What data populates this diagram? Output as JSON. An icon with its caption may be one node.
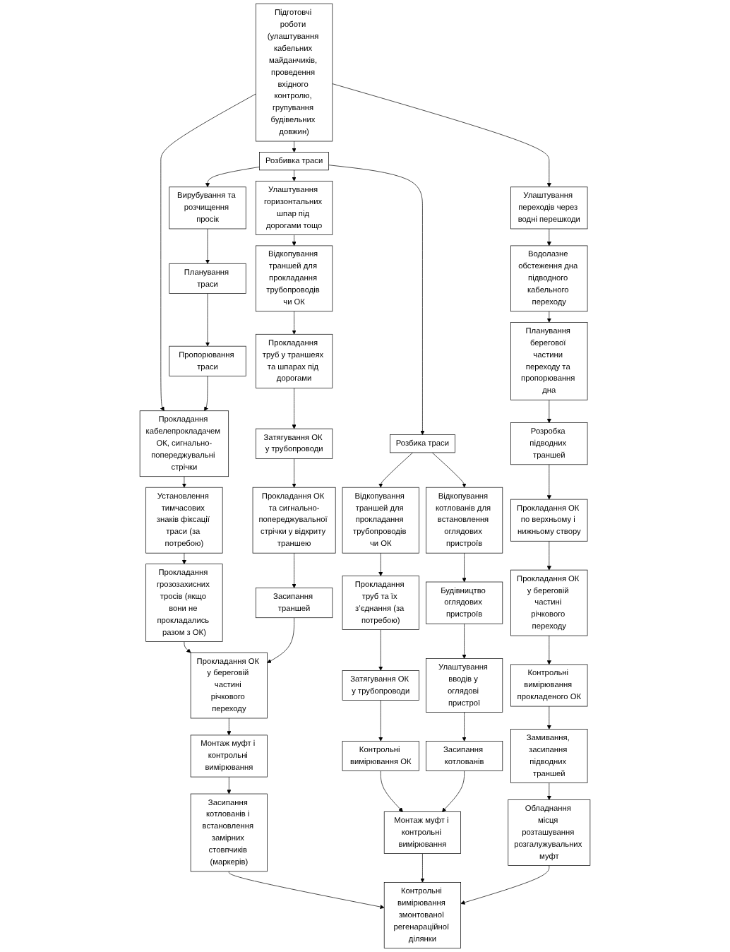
{
  "diagram": {
    "nodes": [
      {
        "text": [
          "Підготовчі роботи (улаштування кабельних майданчиків, проведення вхідного контролю, групування будівельних довжин)"
        ]
      },
      {
        "text": [
          "Улаштування переходів через водні перешкоди"
        ]
      },
      {
        "text": [
          "Водолазне обстеження дна підводного кабельного переходу"
        ]
      },
      {
        "text": [
          "Планування берегової частини переходу та пропорювання дна"
        ]
      },
      {
        "text": [
          "Розробка підводних траншей"
        ]
      },
      {
        "text": [
          "Прокладання ОК по верхньому і нижньому створу"
        ]
      },
      {
        "text": [
          "Прокладання ОК у береговій частині річкового переходу"
        ]
      },
      {
        "text": [
          "Контрольні вимірювання прокладеного ОК"
        ]
      },
      {
        "text": [
          "Замивання, засипання підводних траншей"
        ]
      },
      {
        "text": [
          "Обладнання місця розташування розгалужувальних муфт"
        ]
      },
      {
        "text": [
          "Розбивка траси"
        ]
      },
      {
        "text": [
          "Вирубування та розчищення просік"
        ]
      },
      {
        "text": [
          "Планування траси"
        ]
      },
      {
        "text": [
          "Пропорювання траси"
        ]
      },
      {
        "text": [
          "Прокладання кабелепрокладачем ОК, сигнально-попереджувальні стрічки"
        ]
      },
      {
        "text": [
          "Установлення тимчасових знаків фіксації траси (за потребою)"
        ]
      },
      {
        "text": [
          "Прокладання грозозахисних тросів (якщо вони не прокладались разом з ОК)"
        ]
      },
      {
        "text": [
          "Прокладання ОК у береговій частині річкового переходу"
        ]
      },
      {
        "text": [
          "Монтаж муфт і контрольні вимірювання"
        ]
      },
      {
        "text": [
          "Засипання котлованів і встановлення замірних стовпчиків (маркерів)"
        ]
      },
      {
        "text": [
          "Контрольні вимірювання змонтованої регенараційної ділянки"
        ]
      },
      {
        "text": [
          "Улаштування горизонтальних шпар під дорогами тощо"
        ]
      },
      {
        "text": [
          "Відкопування траншей для прокладання трубопроводів чи ОК"
        ]
      },
      {
        "text": [
          "Прокладання труб у траншеях та шпарах під дорогами"
        ]
      },
      {
        "text": [
          "Затягування ОК у трубопроводи"
        ]
      },
      {
        "text": [
          "Прокладання ОК та сигнально-попереджувальної стрічки у відкриту траншею"
        ]
      },
      {
        "text": [
          "Засипання траншей"
        ]
      },
      {
        "text": [
          "Розбика траси"
        ]
      },
      {
        "text": [
          "Відкопування траншей для прокладання трубопроводів чи ОК"
        ]
      },
      {
        "text": [
          "Прокладання труб та їх з’єднання (за потребою)"
        ]
      },
      {
        "text": [
          "Затягування ОК у трубопроводи"
        ]
      },
      {
        "text": [
          "Контрольні вимірювання ОК"
        ]
      },
      {
        "text": [
          "Монтаж муфт і контрольні вимірювання"
        ]
      },
      {
        "text": [
          "Відкопування котлованів для встановлення оглядових пристроїв"
        ]
      },
      {
        "text": [
          "Будівництво оглядових пристроїв"
        ]
      },
      {
        "text": [
          "Улаштування вводів у оглядові пристрої"
        ]
      },
      {
        "text": [
          "Засипання котлованів"
        ]
      }
    ],
    "edges": [
      {
        "from": 0,
        "to": 1,
        "arrow": "to"
      },
      {
        "from": 0,
        "to": 10,
        "arrow": "to"
      },
      {
        "from": 0,
        "to": 14,
        "arrow": "to"
      },
      {
        "from": 10,
        "to": 21,
        "arrow": "to"
      },
      {
        "from": 10,
        "to": 27,
        "arrow": "to"
      },
      {
        "from": 1,
        "to": 2,
        "arrow": "to"
      },
      {
        "from": 2,
        "to": 3,
        "arrow": "to"
      },
      {
        "from": 3,
        "to": 4,
        "arrow": "to"
      },
      {
        "from": 4,
        "to": 5,
        "arrow": "to"
      },
      {
        "from": 5,
        "to": 6,
        "arrow": "to"
      },
      {
        "from": 6,
        "to": 7,
        "arrow": "to"
      },
      {
        "from": 7,
        "to": 8,
        "arrow": "to"
      },
      {
        "from": 8,
        "to": 9,
        "arrow": "to"
      },
      {
        "from": 10,
        "to": 11,
        "arrow": "to"
      },
      {
        "from": 11,
        "to": 12,
        "arrow": "to"
      },
      {
        "from": 12,
        "to": 13,
        "arrow": "to"
      },
      {
        "from": 13,
        "to": 14,
        "arrow": "to"
      },
      {
        "from": 14,
        "to": 15,
        "arrow": "to"
      },
      {
        "from": 15,
        "to": 16,
        "arrow": "to"
      },
      {
        "from": 16,
        "to": 17,
        "arrow": "to"
      },
      {
        "from": 17,
        "to": 18,
        "arrow": "to"
      },
      {
        "from": 18,
        "to": 19,
        "arrow": "to"
      },
      {
        "from": 19,
        "to": 20,
        "arrow": "to"
      },
      {
        "from": 21,
        "to": 22,
        "arrow": "to"
      },
      {
        "from": 22,
        "to": 23,
        "arrow": "to"
      },
      {
        "from": 23,
        "to": 24,
        "arrow": "to"
      },
      {
        "from": 24,
        "to": 25,
        "arrow": "to"
      },
      {
        "from": 25,
        "to": 26,
        "arrow": "to"
      },
      {
        "from": 26,
        "to": 17,
        "arrow": "to"
      },
      {
        "from": 27,
        "to": 28,
        "arrow": "to"
      },
      {
        "from": 28,
        "to": 29,
        "arrow": "to"
      },
      {
        "from": 29,
        "to": 30,
        "arrow": "to"
      },
      {
        "from": 30,
        "to": 31,
        "arrow": "to"
      },
      {
        "from": 31,
        "to": 32,
        "arrow": "to"
      },
      {
        "from": 27,
        "to": 33,
        "arrow": "to"
      },
      {
        "from": 33,
        "to": 34,
        "arrow": "to"
      },
      {
        "from": 34,
        "to": 35,
        "arrow": "to"
      },
      {
        "from": 35,
        "to": 36,
        "arrow": "to"
      },
      {
        "from": 36,
        "to": 32,
        "arrow": "to"
      },
      {
        "from": 32,
        "to": 20,
        "arrow": "to"
      },
      {
        "from": 9,
        "to": 20,
        "arrow": "to"
      }
    ]
  }
}
